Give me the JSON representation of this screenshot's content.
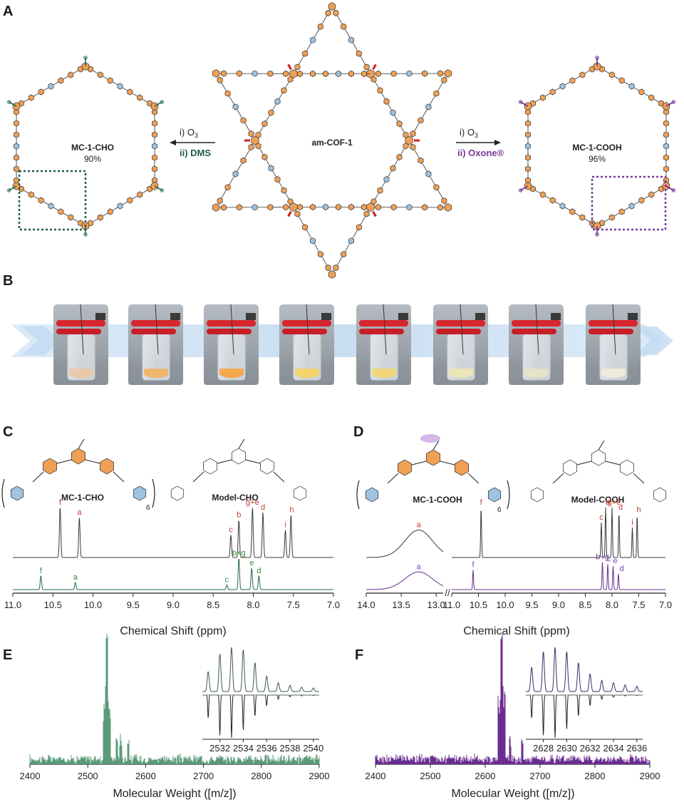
{
  "colors": {
    "cho_green": "#1d6b50",
    "cooh_purple": "#6a2c91",
    "peak_red": "#c0392b",
    "peak_green": "#2e8b3a",
    "peak_purple": "#7b3fa0",
    "ring_orange": "#f0a055",
    "ring_blue": "#9fc3e0",
    "ms_green": "#5a9a7a",
    "ms_purple": "#6a2c91"
  },
  "panel_a": {
    "label": "A",
    "left": {
      "name": "MC-1-CHO",
      "yield": "90%"
    },
    "center": {
      "name": "am-COF-1"
    },
    "right": {
      "name": "MC-1-COOH",
      "yield": "96%"
    },
    "left_arrow": {
      "step1": "i) O",
      "step1_sub": "3",
      "step2": "ii) DMS"
    },
    "right_arrow": {
      "step1": "i) O",
      "step1_sub": "3",
      "step2": "ii) Oxone®"
    }
  },
  "panel_b": {
    "label": "B",
    "vial_colors": [
      "#e9c9a8",
      "#f0b56a",
      "#f5a84a",
      "#f3d46a",
      "#f0d77a",
      "#ece4b8",
      "#e6e3c8",
      "#efeadd"
    ]
  },
  "panel_c": {
    "label": "C",
    "polymer_name": "MC-1-CHO",
    "model_name": "Model-CHO",
    "repeat": "6",
    "axis_title": "Chemical Shift (ppm)",
    "ticks": [
      "11.0",
      "10.5",
      "10.0",
      "9.5",
      "9.0",
      "8.5",
      "8.0",
      "7.5",
      "7.0"
    ],
    "model_peaks": [
      {
        "ppm": 10.41,
        "label": "f",
        "h": 1.0
      },
      {
        "ppm": 10.17,
        "label": "a",
        "h": 0.8
      },
      {
        "ppm": 8.28,
        "label": "c",
        "h": 0.45
      },
      {
        "ppm": 8.18,
        "label": "b",
        "h": 0.75
      },
      {
        "ppm": 8.01,
        "label": "g+e",
        "h": 1.0
      },
      {
        "ppm": 7.88,
        "label": "d",
        "h": 0.9
      },
      {
        "ppm": 7.6,
        "label": "i",
        "h": 0.55
      },
      {
        "ppm": 7.53,
        "label": "h",
        "h": 0.85
      }
    ],
    "polymer_peaks": [
      {
        "ppm": 10.65,
        "label": "f",
        "h": 0.35
      },
      {
        "ppm": 10.22,
        "label": "a",
        "h": 0.18
      },
      {
        "ppm": 8.33,
        "label": "c",
        "h": 0.12
      },
      {
        "ppm": 8.18,
        "label": "b+g",
        "h": 0.8
      },
      {
        "ppm": 8.02,
        "label": "e",
        "h": 0.55
      },
      {
        "ppm": 7.93,
        "label": "d",
        "h": 0.35
      }
    ]
  },
  "panel_d": {
    "label": "D",
    "polymer_name": "MC-1-COOH",
    "model_name": "Model-COOH",
    "repeat": "6",
    "axis_title": "Chemical Shift (ppm)",
    "ticks_left": [
      "14.0",
      "13.5",
      "13.0"
    ],
    "ticks_right": [
      "11.0",
      "10.5",
      "10.0",
      "9.5",
      "9.0",
      "8.5",
      "8.0",
      "7.5",
      "7.0"
    ],
    "model_peaks": [
      {
        "ppm": 13.25,
        "label": "a",
        "h": 0.55,
        "broad": true
      },
      {
        "ppm": 10.45,
        "label": "f",
        "h": 1.0
      },
      {
        "ppm": 8.2,
        "label": "c",
        "h": 0.7
      },
      {
        "ppm": 8.12,
        "label": "b",
        "h": 1.0
      },
      {
        "ppm": 8.0,
        "label": "g+e",
        "h": 1.0
      },
      {
        "ppm": 7.87,
        "label": "d",
        "h": 0.9
      },
      {
        "ppm": 7.62,
        "label": "i",
        "h": 0.6
      },
      {
        "ppm": 7.53,
        "label": "h",
        "h": 0.85
      }
    ],
    "polymer_peaks": [
      {
        "ppm": 13.25,
        "label": "a",
        "h": 0.45,
        "broad": true
      },
      {
        "ppm": 10.6,
        "label": "f",
        "h": 0.5
      },
      {
        "ppm": 8.18,
        "label": "b+g",
        "h": 0.7
      },
      {
        "ppm": 8.08,
        "label": "c",
        "h": 0.65
      },
      {
        "ppm": 7.98,
        "label": "e",
        "h": 0.6
      },
      {
        "ppm": 7.88,
        "label": "d",
        "h": 0.4
      }
    ]
  },
  "panel_e": {
    "label": "E",
    "axis_title": "Molecular Weight ([m/z])",
    "ticks": [
      "2400",
      "2500",
      "2600",
      "2700",
      "2800",
      "2900"
    ],
    "inset_ticks": [
      "2532",
      "2534",
      "2536",
      "2538",
      "2540"
    ],
    "main_peak": 2533,
    "inset_peaks": [
      2531,
      2532,
      2533,
      2534,
      2535,
      2536,
      2537,
      2538,
      2539,
      2540
    ],
    "inset_exp": [
      0.45,
      0.85,
      1.0,
      0.95,
      0.65,
      0.35,
      0.2,
      0.14,
      0.1,
      0.08
    ],
    "inset_sim": [
      0.55,
      0.95,
      1.0,
      0.82,
      0.5,
      0.25,
      0.1,
      0.04,
      0.02,
      0.01
    ]
  },
  "panel_f": {
    "label": "F",
    "axis_title": "Molecular Weight ([m/z])",
    "ticks": [
      "2400",
      "2500",
      "2600",
      "2700",
      "2800",
      "2900"
    ],
    "inset_ticks": [
      "2628",
      "2630",
      "2632",
      "2634",
      "2636"
    ],
    "main_peak": 2630,
    "inset_peaks": [
      2627,
      2628,
      2629,
      2630,
      2631,
      2632,
      2633,
      2634,
      2635,
      2636
    ],
    "inset_exp": [
      0.55,
      0.9,
      1.0,
      0.9,
      0.65,
      0.4,
      0.25,
      0.2,
      0.15,
      0.12
    ],
    "inset_sim": [
      0.55,
      0.95,
      1.0,
      0.8,
      0.5,
      0.25,
      0.1,
      0.05,
      0.02,
      0.01
    ]
  }
}
